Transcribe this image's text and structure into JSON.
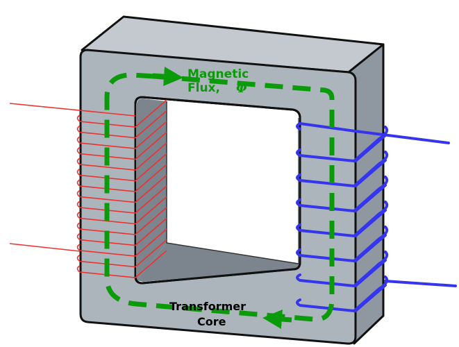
{
  "labels": {
    "flux_line1": "Magnetic",
    "flux_line2": "Flux,",
    "flux_symbol": "Φ",
    "core_line1": "Transformer",
    "core_line2": "Core"
  },
  "colors": {
    "core_face": "#adb5bc",
    "core_top": "#c3c9ce",
    "core_side": "#8f98a0",
    "core_inner_shadow": "#7c858d",
    "primary_winding": "#ee3030",
    "secondary_winding": "#3535ee",
    "flux": "#0a9a0a"
  }
}
